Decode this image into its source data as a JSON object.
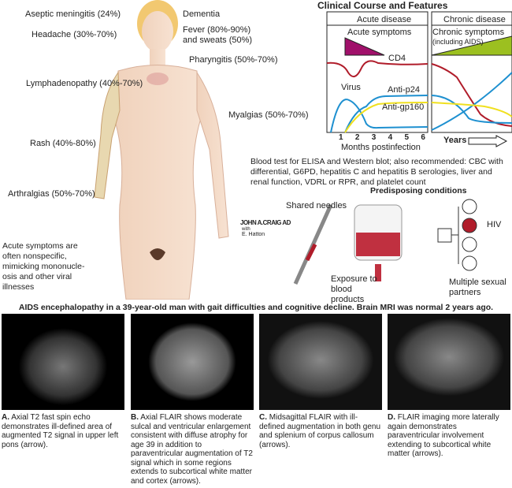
{
  "body_labels": {
    "aseptic": "Aseptic meningitis (24%)",
    "headache": "Headache (30%-70%)",
    "dementia": "Dementia",
    "fever": "Fever (80%-90%) and sweats (50%)",
    "pharyngitis": "Pharyngitis (50%-70%)",
    "lymph": "Lymphadenopathy (40%-70%)",
    "myalgias": "Myalgias (50%-70%)",
    "rash": "Rash (40%-80%)",
    "arthralgias": "Arthralgias (50%-70%)",
    "acute_note": "Acute symptoms are often nonspecific, mimicking mononucle-osis and other viral illnesses",
    "blood_test": "Blood test for ELISA and Western blot; also recommended: CBC with differential, G6PD, hepatitis C and hepatitis B serologies, liver and renal function, VDRL or RPR, and platelet count"
  },
  "signature": {
    "name": "JOHN A.CRAIG AD",
    "with": "with",
    "coauthor": "E. Hatton"
  },
  "chart": {
    "title": "Clinical Course and Features",
    "acute_header": "Acute disease",
    "chronic_header": "Chronic disease",
    "acute_symptoms": "Acute symptoms",
    "chronic_symptoms": "Chronic symptoms",
    "chronic_sub": "(including AIDS)",
    "cd4": "CD4",
    "virus": "Virus",
    "anti_p24": "Anti-p24",
    "anti_gp160": "Anti-gp160",
    "ticks": [
      "1",
      "2",
      "3",
      "4",
      "5",
      "6"
    ],
    "xlabel": "Months postinfection",
    "years": "Years",
    "colors": {
      "cd4": "#b01c2a",
      "virus": "#1e90d0",
      "gp160": "#f0e020",
      "acute": "#a0106a",
      "chronic": "#9cc020"
    }
  },
  "predisposing": {
    "title": "Predisposing conditions",
    "needles": "Shared needles",
    "blood": "Exposure to blood products",
    "partners": "Multiple sexual partners",
    "hiv": "HIV"
  },
  "mri_title": "AIDS encephalopathy in a 39-year-old man with gait difficulties and cognitive decline. Brain MRI was normal 2 years ago.",
  "captions": [
    {
      "letter": "A.",
      "text": "Axial T2 fast spin echo demonstrates ill-defined area of augmented T2 signal in upper left pons (arrow)."
    },
    {
      "letter": "B.",
      "text": "Axial FLAIR shows moderate sulcal and ventricular enlargement consistent with diffuse atrophy for age 39 in addition to paraventricular augmentation of T2 signal which in some regions extends to subcortical white matter and cortex (arrows)."
    },
    {
      "letter": "C.",
      "text": "Midsagittal FLAIR with ill-defined augmentation in both genu and splenium of corpus callosum (arrows)."
    },
    {
      "letter": "D.",
      "text": "FLAIR imaging more laterally again demonstrates paraventricular involvement extending to subcortical white matter (arrows)."
    }
  ]
}
